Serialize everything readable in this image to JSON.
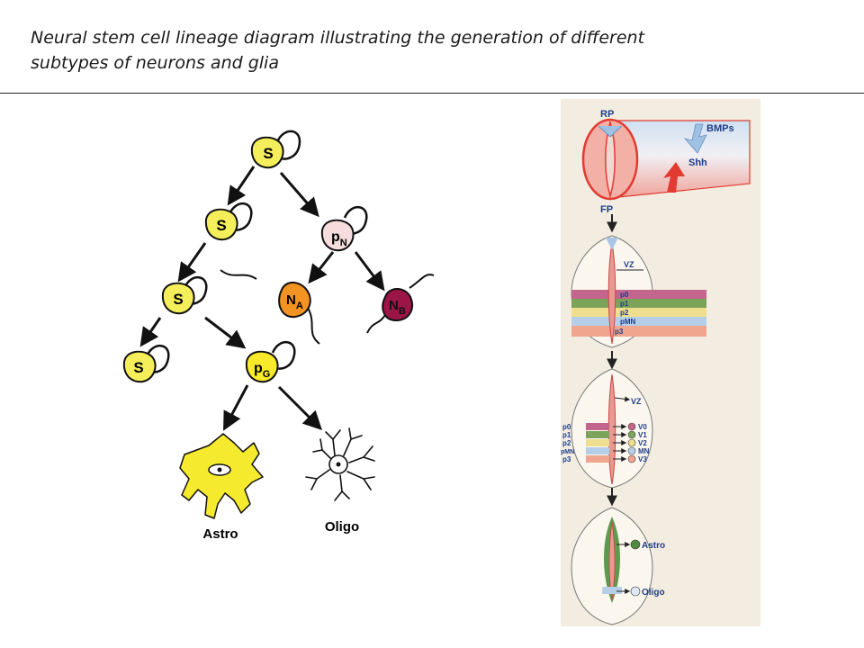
{
  "slide": {
    "title_line1": "Neural stem cell lineage diagram illustrating the generation of different",
    "title_line2": "subtypes of neurons and glia"
  },
  "lineage": {
    "stem1": "S",
    "stem2": "S",
    "stem3": "S",
    "stem4": "S",
    "pn_main": "p",
    "pn_sub": "N",
    "na_main": "N",
    "na_sub": "A",
    "nb_main": "N",
    "nb_sub": "B",
    "pg_main": "p",
    "pg_sub": "G",
    "astro_label": "Astro",
    "oligo_label": "Oligo"
  },
  "tube": {
    "rp_label": "RP",
    "fp_label": "FP",
    "bmps_label": "BMPs",
    "shh_label": "Shh",
    "vz_label_1": "VZ",
    "vz_label_2": "VZ",
    "domains_1": [
      "p0",
      "p1",
      "p2",
      "pMN",
      "p3"
    ],
    "domains_2": [
      "p0",
      "p1",
      "p2",
      "pMN",
      "p3"
    ],
    "outputs": [
      "V0",
      "V1",
      "V2",
      "MN",
      "V3"
    ],
    "astro_label": "Astro",
    "oligo_label": "Oligo"
  },
  "colors": {
    "stem_yellow": "#f5ee5b",
    "pn_pink": "#f6dcdc",
    "na_orange": "#f39321",
    "nb_crimson": "#9b1546",
    "pg_yellow": "#f8ea2a",
    "astro_yellow": "#f6ea2e",
    "tube_bg": "#f2ede0",
    "tube_red": "#e23b32",
    "tube_blue": "#bcd3ea"
  }
}
